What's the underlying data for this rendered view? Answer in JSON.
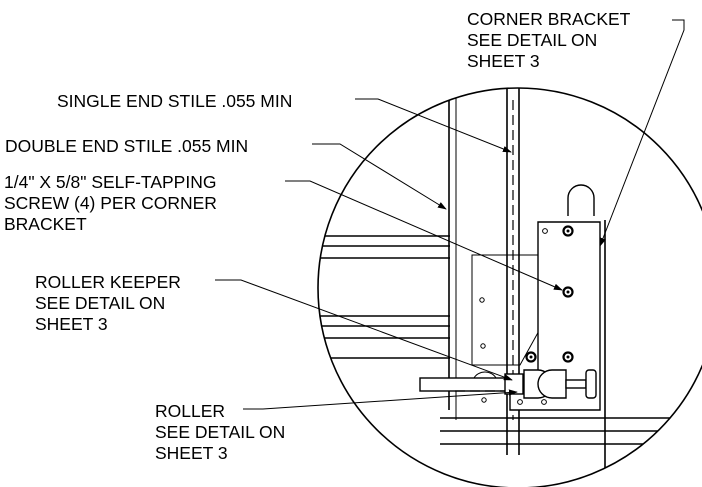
{
  "callouts": {
    "corner_bracket": [
      "CORNER BRACKET",
      "SEE DETAIL ON",
      "SHEET 3"
    ],
    "single_end_stile": [
      "SINGLE END STILE .055 MIN"
    ],
    "double_end_stile": [
      "DOUBLE END STILE .055 MIN"
    ],
    "screw": [
      "1/4\" X 5/8\" SELF-TAPPING",
      "SCREW (4) PER CORNER",
      "BRACKET"
    ],
    "roller_keeper": [
      "ROLLER KEEPER",
      "SEE DETAIL ON",
      "SHEET 3"
    ],
    "roller": [
      "ROLLER",
      "SEE DETAIL ON",
      "SHEET 3"
    ]
  }
}
